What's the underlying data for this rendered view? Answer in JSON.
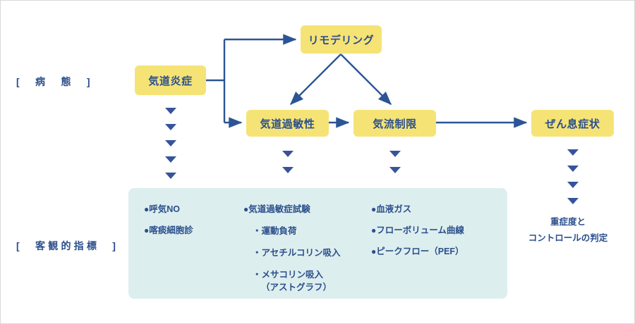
{
  "diagram": {
    "row_labels": {
      "pathology": "[　病　態　]",
      "objective": "[　客観的指標　]"
    },
    "boxes": {
      "airway_inflammation": "気道炎症",
      "remodeling": "リモデリング",
      "airway_hyperresponsiveness": "気道過敏性",
      "airflow_limitation": "気流制限",
      "asthma_symptoms": "ぜん息症状"
    },
    "panel": {
      "column1": [
        {
          "bullet": "●",
          "text": "呼気NO"
        },
        {
          "bullet": "●",
          "text": "喀痰細胞診"
        }
      ],
      "column2": {
        "heading": {
          "bullet": "●",
          "text": "気道過敏症試験"
        },
        "subitems": [
          {
            "marker": "・",
            "text": "運動負荷",
            "cont": ""
          },
          {
            "marker": "・",
            "text": "アセチルコリン吸入",
            "cont": ""
          },
          {
            "marker": "・",
            "text": "メサコリン吸入",
            "cont": "（アストグラフ）"
          }
        ]
      },
      "column3": [
        {
          "bullet": "●",
          "text": "血液ガス"
        },
        {
          "bullet": "●",
          "text": "フローボリューム曲線"
        },
        {
          "bullet": "●",
          "text": "ピークフロー（PEF）"
        }
      ]
    },
    "conclusion": {
      "line1": "重症度と",
      "line2": "コントロールの判定"
    },
    "colors": {
      "box_fill": "#f5e375",
      "text_blue": "#2b4f8c",
      "arrow_blue": "#2b5594",
      "triangle_blue": "#37539b",
      "panel_fill": "#ddeeee",
      "canvas": "#ffffff"
    }
  }
}
